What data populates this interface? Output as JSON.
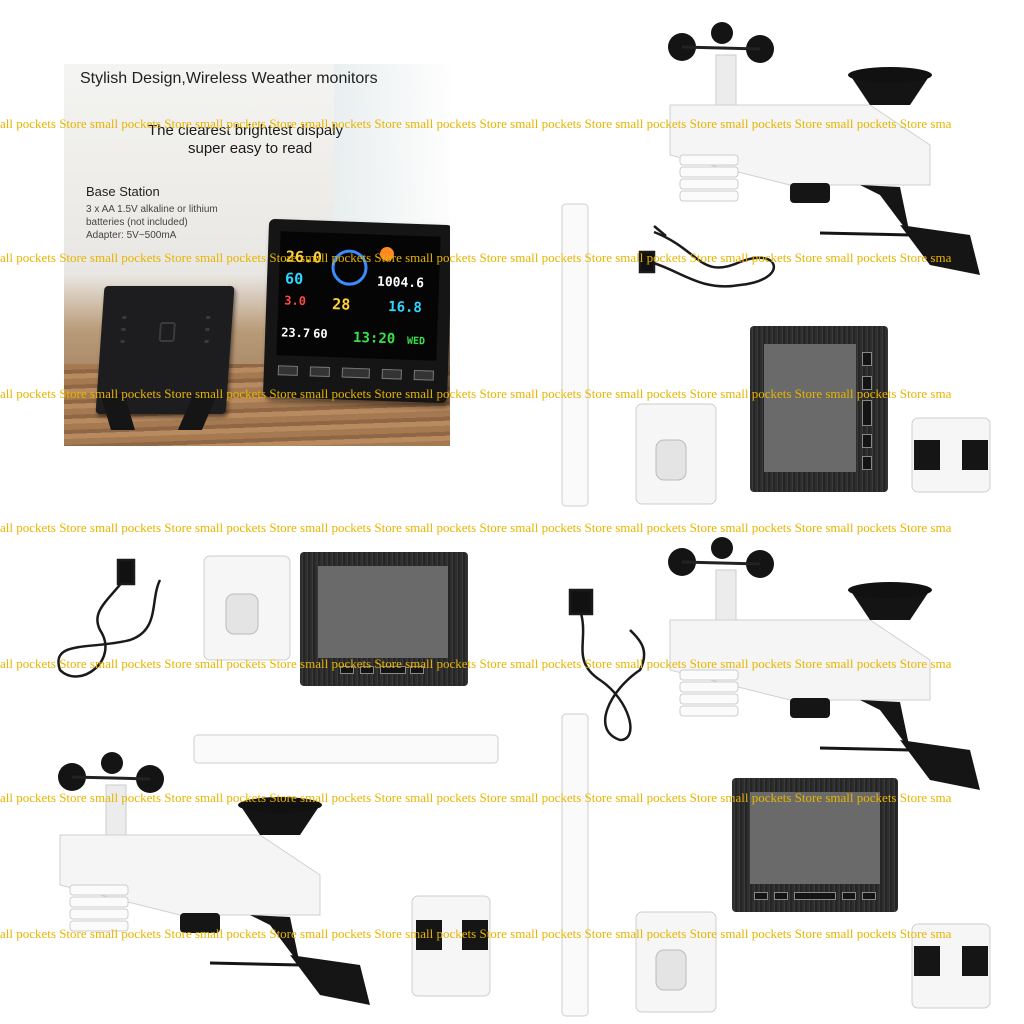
{
  "panel": {
    "headline": "Stylish Design,Wireless Weather monitors",
    "subline1": "The clearest brightest dispaly",
    "subline2": "super easy to read",
    "base_title": "Base Station",
    "specs": [
      "3 x AA 1.5V alkaline or lithium",
      "batteries (not included)",
      "Adapter: 5V~500mA"
    ]
  },
  "display": {
    "temp_out": "26.0",
    "hum_out": "60",
    "temp_in": "23.7",
    "hum_in": "60",
    "wind": "28",
    "gust": "3.0",
    "pressure": "1004.6",
    "rain": "16.8",
    "time": "13:20",
    "day": "WED"
  },
  "watermark": {
    "text": "all pockets Store small pockets Store small pockets Store small pockets Store small pockets Store small pockets Store small pockets Store small pockets Store small pockets Store sma",
    "color": "#e7b400"
  },
  "colors": {
    "accent_cyan": "#2fd6ff",
    "accent_green": "#38e04a",
    "accent_red": "#ff4848",
    "accent_yellow": "#ffd43b"
  }
}
